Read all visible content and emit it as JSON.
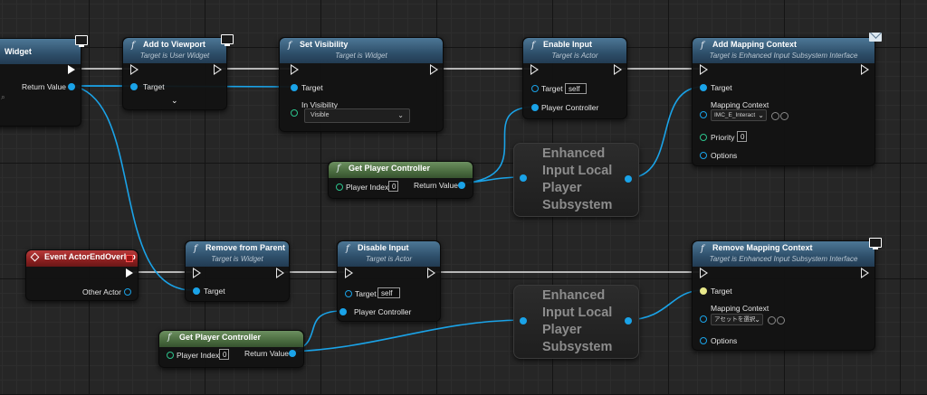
{
  "nodes": {
    "create_widget": {
      "title": "Widget",
      "return_label": "Return Value"
    },
    "add_to_viewport": {
      "title": "Add to Viewport",
      "subtitle": "Target is User Widget",
      "target_label": "Target"
    },
    "set_visibility": {
      "title": "Set Visibility",
      "subtitle": "Target is Widget",
      "target_label": "Target",
      "in_visibility_label": "In Visibility",
      "visibility_value": "Visible"
    },
    "enable_input": {
      "title": "Enable Input",
      "subtitle": "Target is Actor",
      "target_label": "Target",
      "target_value": "self",
      "player_controller_label": "Player Controller"
    },
    "add_mapping_context": {
      "title": "Add Mapping Context",
      "subtitle": "Target is Enhanced Input Subsystem Interface",
      "target_label": "Target",
      "mapping_context_label": "Mapping Context",
      "mapping_context_value": "IMC_E_Interact",
      "priority_label": "Priority",
      "priority_value": "0",
      "options_label": "Options"
    },
    "get_player_controller_1": {
      "title": "Get Player Controller",
      "player_index_label": "Player Index",
      "player_index_value": "0",
      "return_label": "Return Value"
    },
    "subsystem_1": {
      "text": "Enhanced Input Local Player Subsystem"
    },
    "event_actor_end_overlap": {
      "title": "Event ActorEndOverlap",
      "other_actor_label": "Other Actor"
    },
    "remove_from_parent": {
      "title": "Remove from Parent",
      "subtitle": "Target is Widget",
      "target_label": "Target"
    },
    "disable_input": {
      "title": "Disable Input",
      "subtitle": "Target is Actor",
      "target_label": "Target",
      "target_value": "self",
      "player_controller_label": "Player Controller"
    },
    "remove_mapping_context": {
      "title": "Remove Mapping Context",
      "subtitle": "Target is Enhanced Input Subsystem Interface",
      "target_label": "Target",
      "mapping_context_label": "Mapping Context",
      "mapping_context_value": "アセットを選択",
      "options_label": "Options"
    },
    "get_player_controller_2": {
      "title": "Get Player Controller",
      "player_index_label": "Player Index",
      "player_index_value": "0",
      "return_label": "Return Value"
    },
    "subsystem_2": {
      "text": "Enhanced Input Local Player Subsystem"
    }
  },
  "colors": {
    "exec_wire": "#e6e6e6",
    "object_wire": "#1aa3e8",
    "function_header": "#2e4f6a",
    "pure_header": "#4a6b3f",
    "event_header": "#8c2020"
  },
  "icons": [
    "monitor-icon",
    "mail-icon",
    "function-icon",
    "event-icon",
    "delegate-icon",
    "chevron-down-icon",
    "search-icon",
    "browse-icon"
  ]
}
